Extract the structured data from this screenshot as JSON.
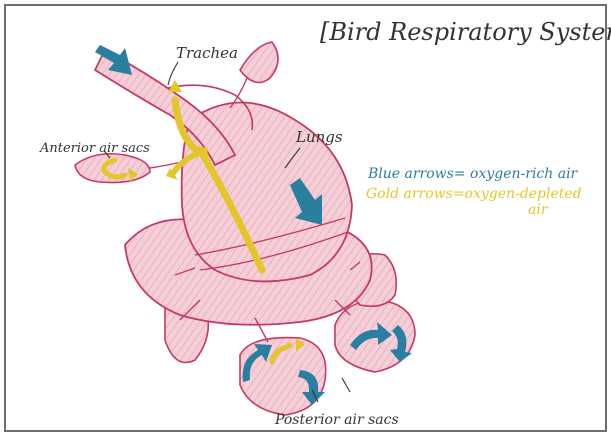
{
  "title": "[Bird Respiratory System]",
  "labels": {
    "trachea": "Trachea",
    "lungs": "Lungs",
    "anterior": "Anterior air sacs",
    "posterior": "Posterior air sacs"
  },
  "legend": {
    "blue_text": "Blue arrows= oxygen-rich air",
    "gold_text": "Gold arrows=oxygen-depleted",
    "gold_text_2": "air",
    "blue_color": "#2a7ea0",
    "gold_color": "#e3c62a"
  },
  "colors": {
    "tissue_fill": "#f3c9d2",
    "tissue_stroke": "#c43a62",
    "ink": "#333333",
    "border": "#6e6e6e"
  }
}
